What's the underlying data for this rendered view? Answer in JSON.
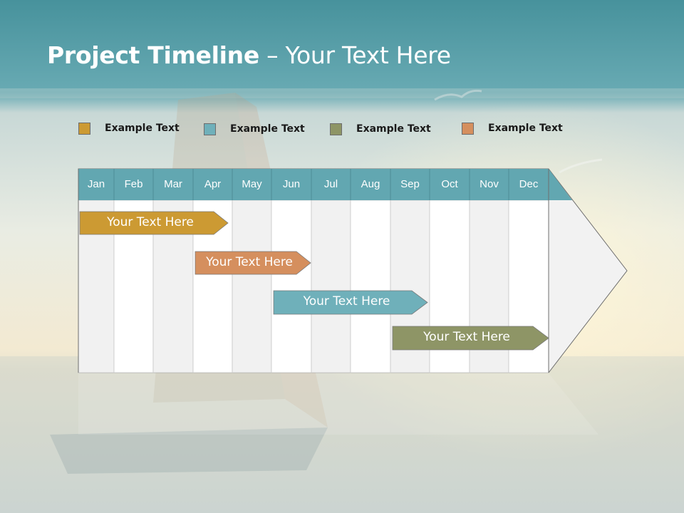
{
  "title": {
    "bold": "Project Timeline",
    "rest": " – Your Text Here"
  },
  "colors": {
    "gold": "#CC9A33",
    "teal": "#6FB0BA",
    "olive": "#8E9566",
    "tan": "#D58F5E",
    "header": "#62A7B1"
  },
  "legend": [
    {
      "label": "Example Text",
      "color": "#CC9A33"
    },
    {
      "label": "Example Text",
      "color": "#6FB0BA"
    },
    {
      "label": "Example Text",
      "color": "#8E9566"
    },
    {
      "label": "Example Text",
      "color": "#D58F5E"
    }
  ],
  "months": [
    "Jan",
    "Feb",
    "Mar",
    "Apr",
    "May",
    "Jun",
    "Jul",
    "Aug",
    "Sep",
    "Oct",
    "Nov",
    "Dec"
  ],
  "tasks": [
    {
      "label": "Your  Text Here",
      "color": "#CC9A33"
    },
    {
      "label": "Your  Text Here",
      "color": "#D58F5E"
    },
    {
      "label": "Your  Text Here",
      "color": "#6FB0BA"
    },
    {
      "label": "Your  Text Here",
      "color": "#8E9566"
    }
  ]
}
